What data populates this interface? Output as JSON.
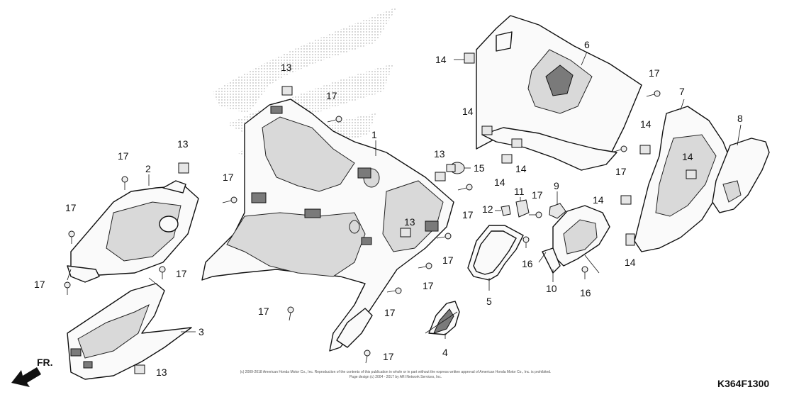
{
  "figure": {
    "code": "K364F1300",
    "direction_label": "FR.",
    "copyright_line1": "(c) 2009-2018 American Honda Motor Co., Inc. Reproduction of the contents of this publication in whole or in part without the express written approval of American Honda Motor Co., Inc. is prohibited.",
    "copyright_line2": "Page design (c) 2004 - 2017 by ARI Network Services, Inc."
  },
  "callouts": [
    {
      "label": "1"
    },
    {
      "label": "2"
    },
    {
      "label": "3"
    },
    {
      "label": "4"
    },
    {
      "label": "5"
    },
    {
      "label": "6"
    },
    {
      "label": "7"
    },
    {
      "label": "8"
    },
    {
      "label": "9"
    },
    {
      "label": "10"
    },
    {
      "label": "11"
    },
    {
      "label": "12"
    },
    {
      "label": "13"
    },
    {
      "label": "13"
    },
    {
      "label": "13"
    },
    {
      "label": "13"
    },
    {
      "label": "13"
    },
    {
      "label": "14"
    },
    {
      "label": "14"
    },
    {
      "label": "14"
    },
    {
      "label": "14"
    },
    {
      "label": "14"
    },
    {
      "label": "14"
    },
    {
      "label": "14"
    },
    {
      "label": "14"
    },
    {
      "label": "15"
    },
    {
      "label": "16"
    },
    {
      "label": "16"
    },
    {
      "label": "17"
    },
    {
      "label": "17"
    },
    {
      "label": "17"
    },
    {
      "label": "17"
    },
    {
      "label": "17"
    },
    {
      "label": "17"
    },
    {
      "label": "17"
    },
    {
      "label": "17"
    },
    {
      "label": "17"
    },
    {
      "label": "17"
    },
    {
      "label": "17"
    },
    {
      "label": "17"
    },
    {
      "label": "17"
    },
    {
      "label": "17"
    },
    {
      "label": "17"
    }
  ]
}
